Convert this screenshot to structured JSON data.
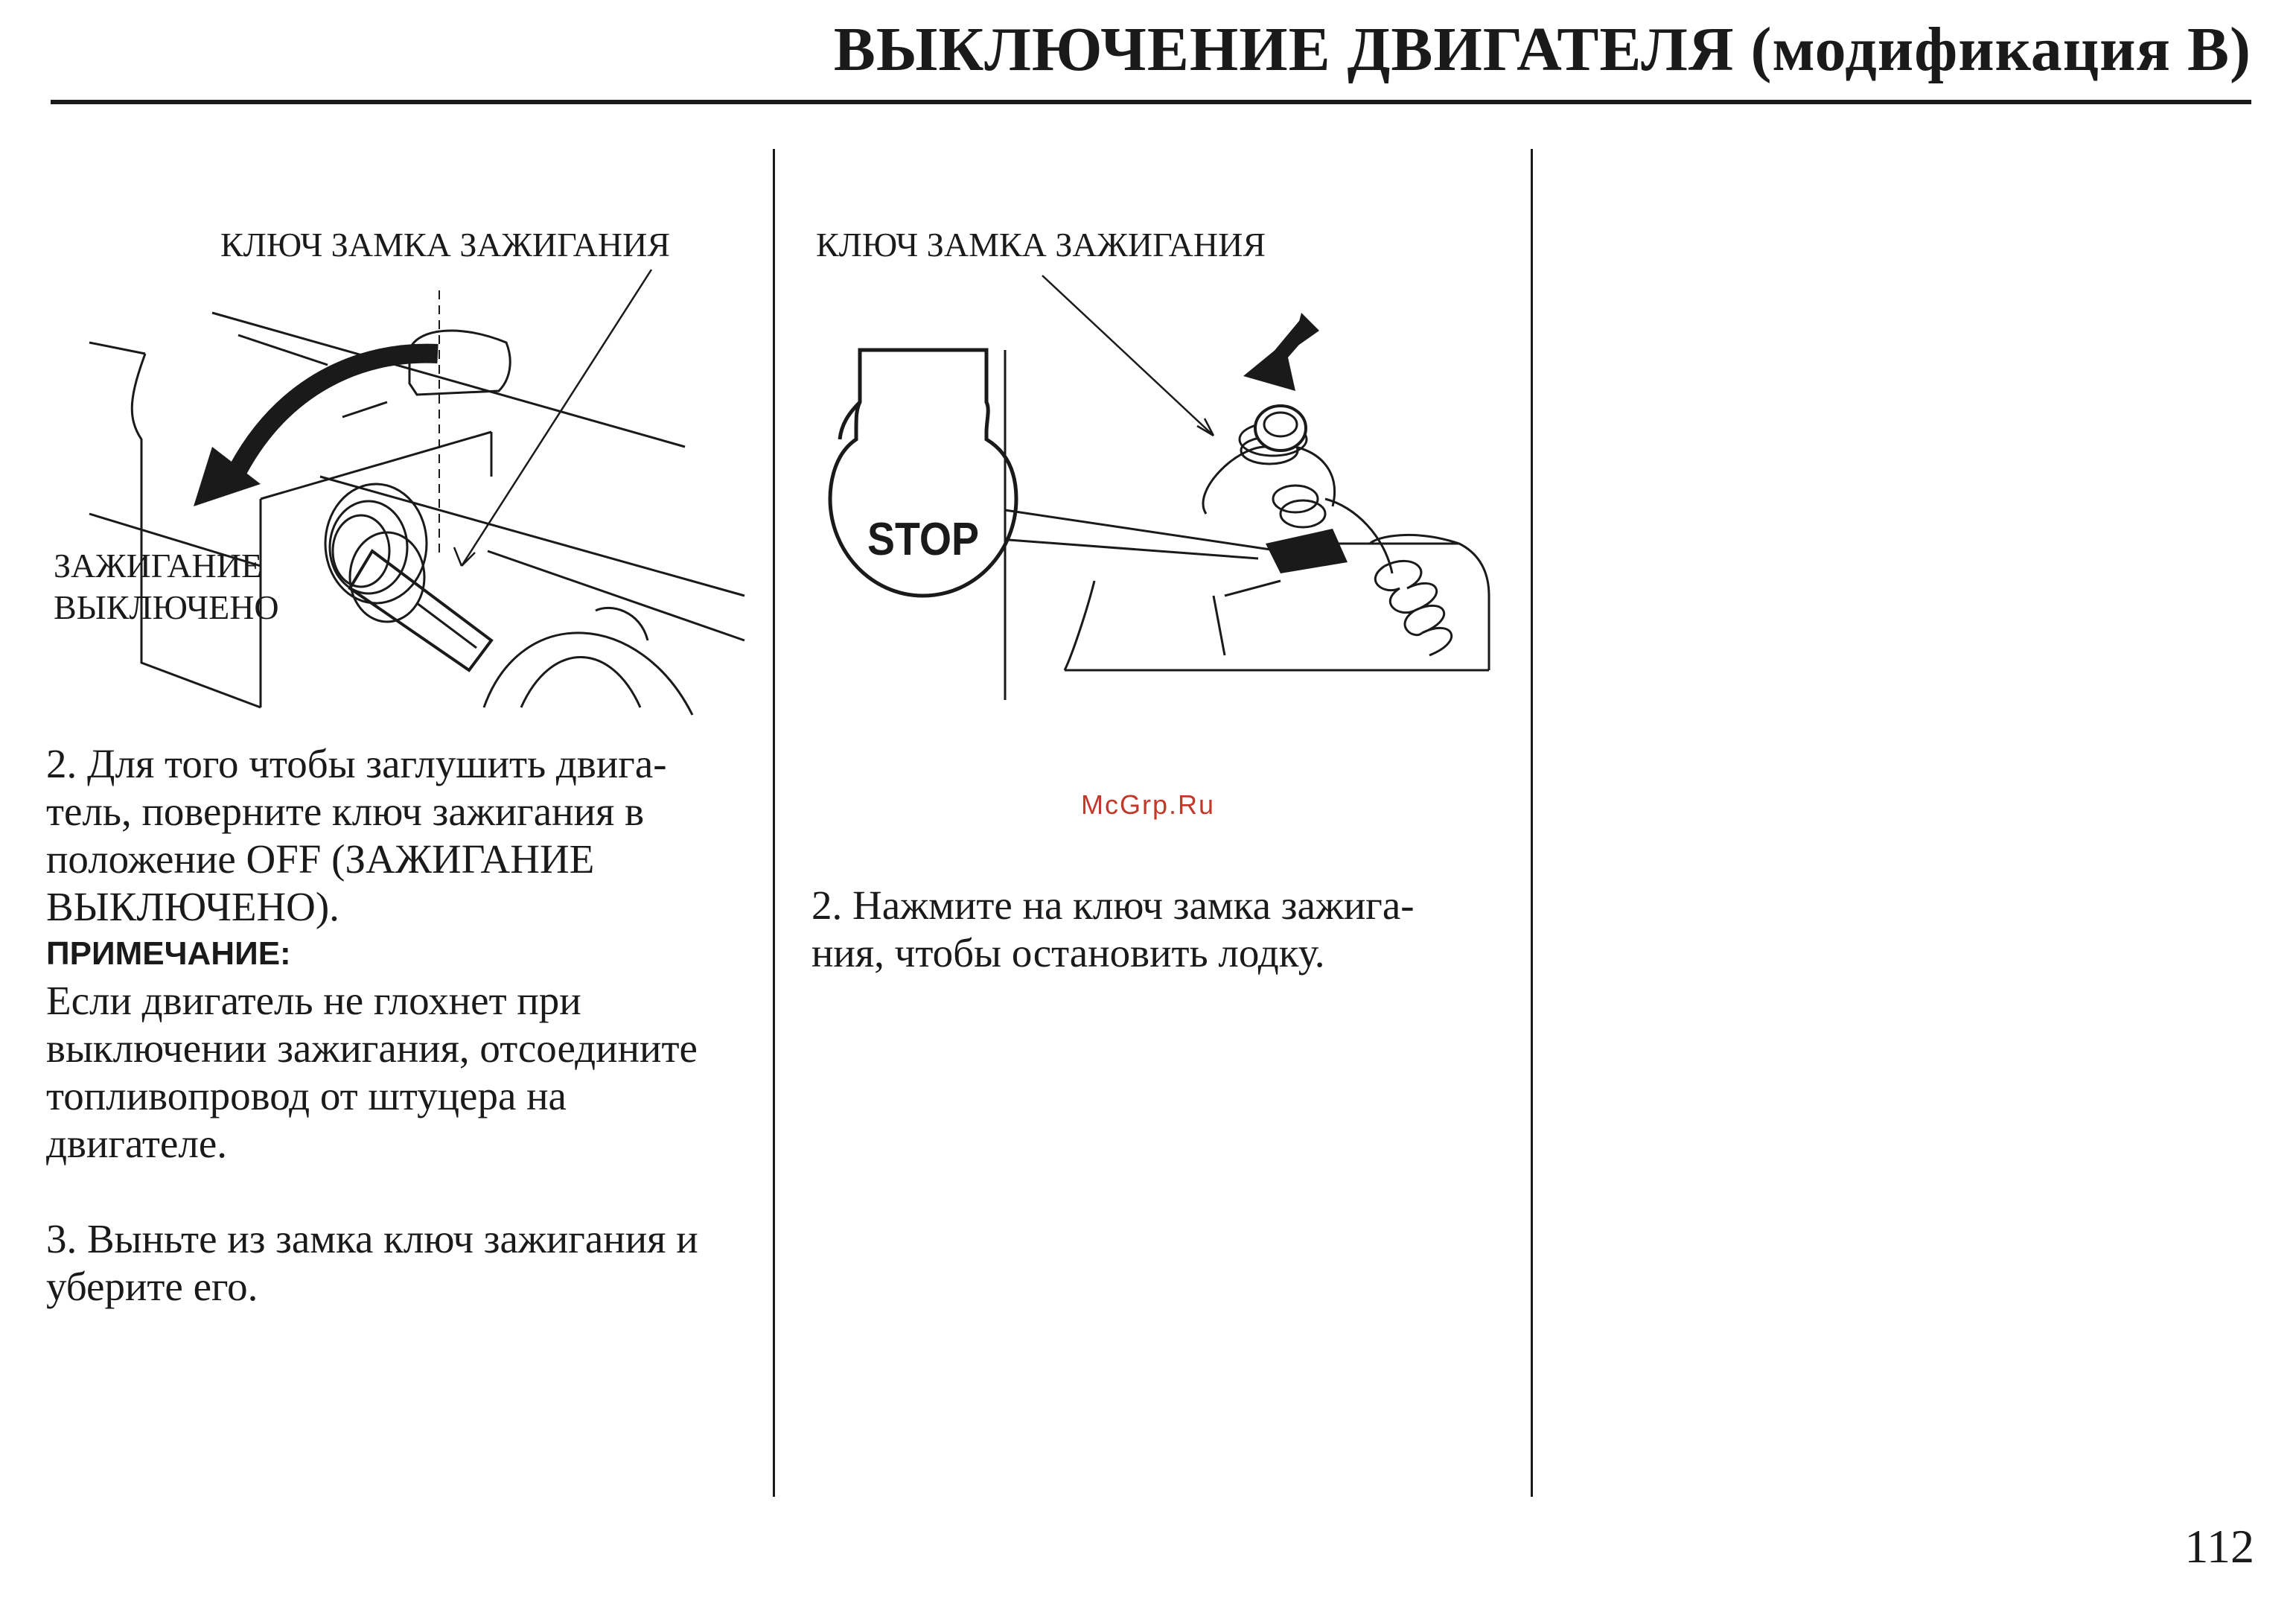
{
  "page": {
    "title": "ВЫКЛЮЧЕНИЕ ДВИГАТЕЛЯ (модификация B)",
    "page_number": "112",
    "watermark": "McGrp.Ru"
  },
  "left": {
    "figure": {
      "key_label": "КЛЮЧ ЗАМКА ЗАЖИГАНИЯ",
      "off_label_line1": "ЗАЖИГАНИЕ",
      "off_label_line2": "ВЫКЛЮЧЕНО"
    },
    "step2": [
      "2. Для того чтобы заглушить двига-",
      "тель, поверните ключ зажигания в",
      "положение OFF (ЗАЖИГАНИЕ",
      "ВЫКЛЮЧЕНО)."
    ],
    "note_heading": "ПРИМЕЧАНИЕ:",
    "note_text": [
      "Если двигатель не глохнет при",
      "выключении зажигания, отсоедините",
      "топливопровод от штуцера на",
      "двигателе."
    ],
    "step3": [
      "3. Выньте из замка ключ зажигания и",
      "уберите его."
    ]
  },
  "middle": {
    "figure": {
      "key_label": "КЛЮЧ ЗАМКА ЗАЖИГАНИЯ",
      "stop_text": "STOP"
    },
    "step2": [
      "2. Нажмите на ключ замка зажига-",
      "ния, чтобы остановить лодку."
    ]
  }
}
